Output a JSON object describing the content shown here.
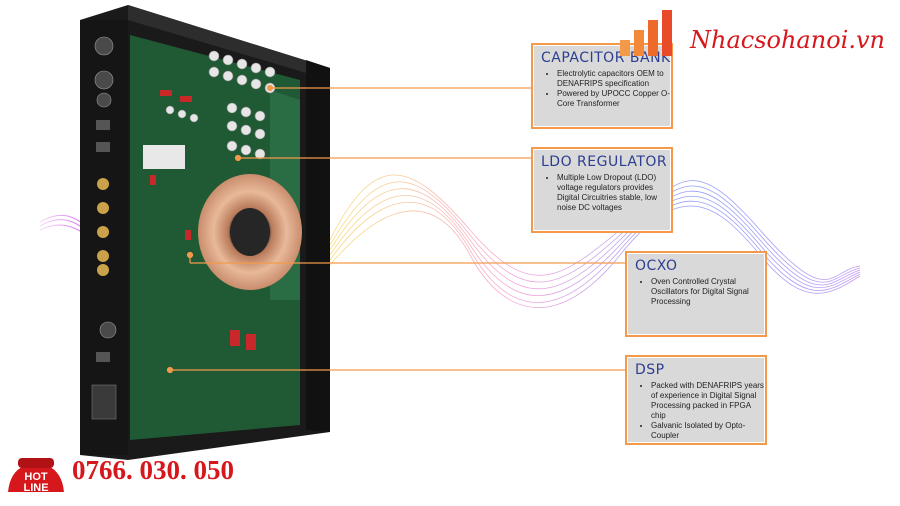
{
  "brand": {
    "name": "Nhacsohanoi.vn",
    "colors": {
      "red": "#d6171c",
      "orange": "#f39a4a"
    }
  },
  "callouts": [
    {
      "title": "CAPACITOR BANK",
      "bullets": [
        "Electrolytic capacitors OEM to DENAFRIPS specification",
        "Powered by UPOCC Copper O-Core Transformer"
      ]
    },
    {
      "title": "LDO REGULATOR",
      "bullets": [
        "Multiple Low Dropout (LDO) voltage regulators provides Digital Circuitries stable, low noise DC voltages"
      ]
    },
    {
      "title": "OCXO",
      "bullets": [
        "Oven Controlled Crystal Oscillators for Digital Signal Processing"
      ]
    },
    {
      "title": "DSP",
      "bullets": [
        "Packed with DENAFRIPS years of experience in Digital Signal Processing packed in FPGA chip",
        "Galvanic Isolated by Opto-Coupler"
      ]
    }
  ],
  "hotline": {
    "badge_top": "HOT",
    "badge_bottom": "LINE",
    "number": "0766. 030. 050"
  }
}
